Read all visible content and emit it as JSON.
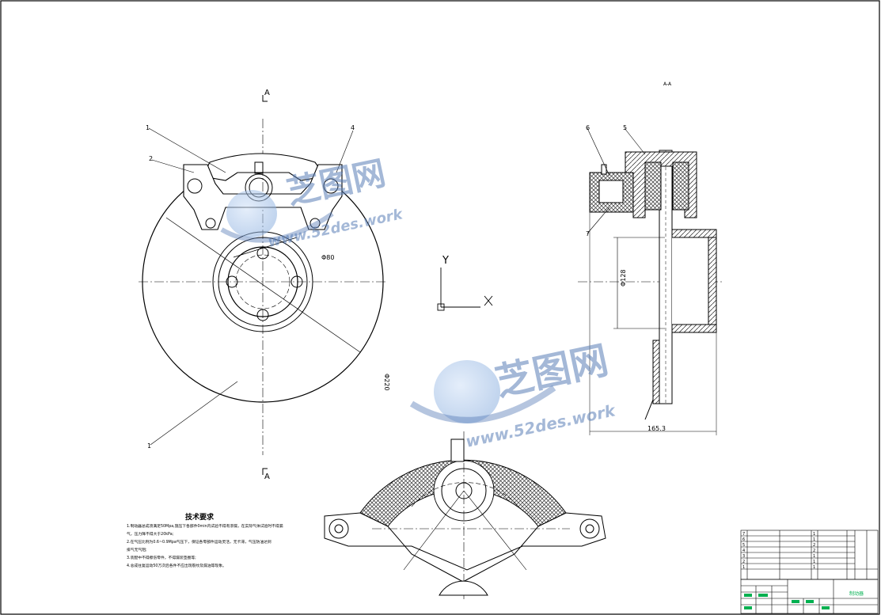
{
  "section_marks": {
    "top_letter": "A",
    "bottom_letter": "A",
    "section_title": "A-A"
  },
  "dimensions": {
    "hub_diameter": "Φ80",
    "disc_diameter": "Φ220",
    "bore_diameter": "Φ128",
    "overall_width": "165.3"
  },
  "balloons": {
    "left_view": [
      "1",
      "2",
      "4",
      "1"
    ],
    "section_view": [
      "6",
      "5",
      "7"
    ]
  },
  "ucs": {
    "x_label": "X",
    "y_label": "Y"
  },
  "watermark": {
    "brand": "芝图网",
    "url": "www.52des.work"
  },
  "tech_requirements": {
    "title": "技术要求",
    "lines": [
      "1.制动器总成须满足50Mpa,施压下各部件0min内试验不得有渗漏，在实际气体试验时不得漏",
      "气，压力降不得大于20kPa;",
      "2.在气压比例为0.6~0.9Mpa气压下，保证各零部件运动灵活，无卡滞，气压防油达到",
      "排气无气阻;",
      "3.装配中不得擦伤零件，不得漏装垫圈等;",
      "4.总成往复运动50万次后各件不应出现裂纹及漏油等现象。"
    ]
  },
  "title_block": {
    "drawing_name": "制动器"
  },
  "parts_list": [
    {
      "no": "7",
      "name": "",
      "qty": "1",
      "material": ""
    },
    {
      "no": "6",
      "name": "",
      "qty": "1",
      "material": ""
    },
    {
      "no": "5",
      "name": "",
      "qty": "2",
      "material": ""
    },
    {
      "no": "4",
      "name": "",
      "qty": "2",
      "material": ""
    },
    {
      "no": "3",
      "name": "",
      "qty": "1",
      "material": ""
    },
    {
      "no": "2",
      "name": "",
      "qty": "1",
      "material": ""
    },
    {
      "no": "1",
      "name": "",
      "qty": "1",
      "material": ""
    }
  ],
  "colors": {
    "title_block_green": "#00b050",
    "watermark_blue": "#5a7fb8"
  }
}
